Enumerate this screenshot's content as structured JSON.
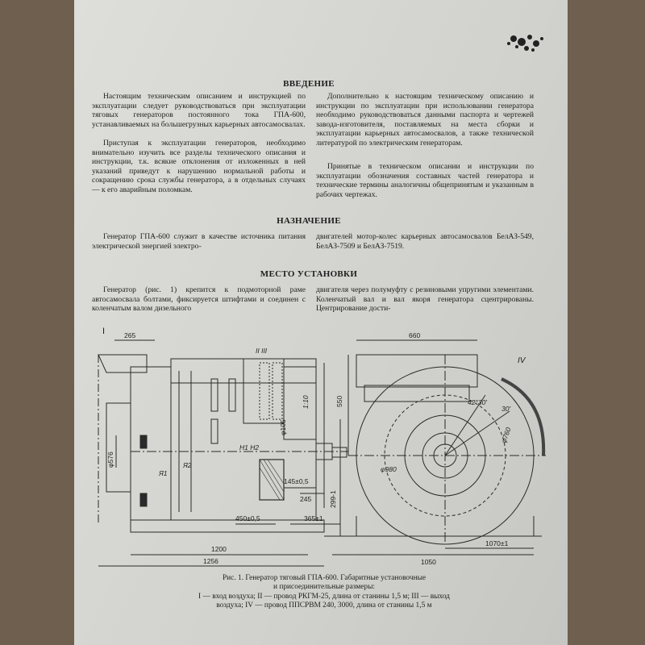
{
  "heading_intro": "ВВЕДЕНИЕ",
  "intro_left_p1": "Настоящим техническим описанием и инструкцией по эксплуатации следует руководствоваться при эксплуатации тяговых генераторов постоянного тока ГПА-600, устанавливаемых на большегрузных карьерных автосамосвалах.",
  "intro_left_p2": "Приступая к эксплуатации генераторов, необходимо внимательно изучить все разделы технического описания и инструкции, т.к. всякие отклонения от изложенных в ней указаний приведут к нарушению нормальной работы и сокращению срока службы генератора, а в отдельных случаях — к его аварийным поломкам.",
  "intro_right_p1": "Дополнительно к настоящим техническому описанию и инструкции по эксплуатации при использовании генератора необходимо руководствоваться данными паспорта и чертежей завода-изготовителя, поставляемых на места сборки и эксплуатации карьерных автосамосвалов, а также технической литературой по электрическим генераторам.",
  "intro_right_p2": "Принятые в техническом описании и инструкции по эксплуатации обозначения составных частей генератора и технические термины аналогичны общепринятым и указанным в рабочих чертежах.",
  "heading_purpose": "НАЗНАЧЕНИЕ",
  "purpose_left": "Генератор ГПА-600 служит в качестве источника питания электрической энергией электро-",
  "purpose_right": "двигателей мотор-колес карьерных автосамосвалов БелАЗ-549, БелАЗ-7509 и БелАЗ-7519.",
  "heading_location": "МЕСТО УСТАНОВКИ",
  "location_left": "Генератор (рис. 1) крепится к подмоторной раме автосамосвала болтами, фиксируется штифтами и соединен с коленчатым валом дизельного",
  "location_right": "двигателя через полумуфту с резиновыми упругими элементами. Коленчатый вал и вал якоря генератора сцентрированы. Центрирование дости-",
  "caption_line1": "Рис. 1. Генератор тяговый ГПА-600. Габаритные установочные",
  "caption_line2": "и присоединительные размеры:",
  "caption_line3": "I — вход воздуха; II — провод РКГМ-25, длина от станины 1,5 м; III — выход",
  "caption_line4": "воздуха; IV — провод ППСРВМ 240, 3000, длина от станины 1,5 м",
  "fig_labels": {
    "I": "I",
    "dim_265": "265",
    "II_III": "II  III",
    "dim_550": "550",
    "ratio": "1:10",
    "phi105": "φ105",
    "H1H2": "H1 H2",
    "Ya1": "Я1",
    "Ya2": "Я2",
    "dim_145": "145±0,5",
    "dim_245": "245",
    "phi576": "φ576",
    "dim_450": "450±0,5",
    "dim_365": "365±1",
    "dim_1200": "1200",
    "dim_1256": "1256",
    "dim_299": "299-1",
    "dim_660": "660",
    "IV": "IV",
    "angle": "42°30'",
    "angle2": "30'",
    "phi980": "φ980",
    "phi760": "φ760",
    "dim_1050": "1050",
    "dim_1070": "1070±1"
  }
}
